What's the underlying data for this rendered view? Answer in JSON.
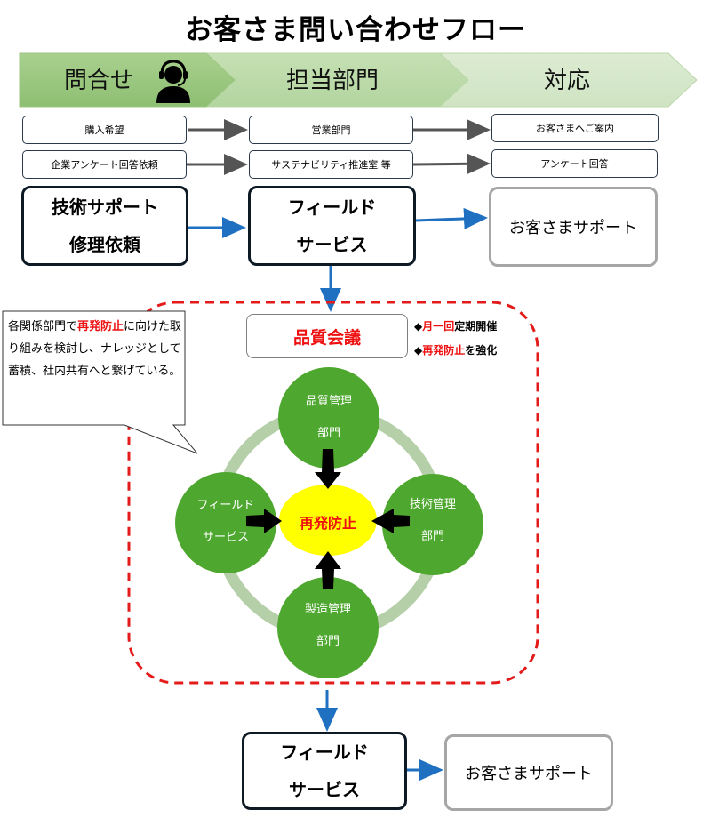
{
  "title": "お客さま問い合わせフロー",
  "stages": [
    "問合せ",
    "担当部門",
    "対応"
  ],
  "rows": [
    {
      "left": "購入希望",
      "middle": "営業部門",
      "right": "お客さまへご案内"
    },
    {
      "left": "企業アンケート回答依頼",
      "middle": "サステナビリティ推進室 等",
      "right": "アンケート回答"
    }
  ],
  "main": {
    "left_line1": "技術サポート",
    "left_line2": "修理依頼",
    "middle_line1": "フィールド",
    "middle_line2": "サービス",
    "right": "お客さまサポート"
  },
  "quality_meeting": "品質会議",
  "notes": {
    "n1_red": "月一回",
    "n1_rest": "定期開催",
    "n2_red": "再発防止",
    "n2_rest": "を強化",
    "bullet": "◆"
  },
  "callout": {
    "p1": "各関係部門で",
    "p2_red": "再発防止",
    "p3": "に向けた取り組みを検討し、ナレッジとして蓄積、社内共有へと繋げている。"
  },
  "cycle": {
    "top_line1": "品質管理",
    "top_line2": "部門",
    "right_line1": "技術管理",
    "right_line2": "部門",
    "bottom_line1": "製造管理",
    "bottom_line2": "部門",
    "left_line1": "フィールド",
    "left_line2": "サービス",
    "center": "再発防止"
  },
  "bottom": {
    "left_line1": "フィールド",
    "left_line2": "サービス",
    "right": "お客さまサポート"
  },
  "colors": {
    "green": "#4ea72e",
    "ring": "#b5cfa8",
    "center": "#ffff00",
    "red": "#ee1111",
    "arrow_blue": "#1f70c1",
    "arrow_gray": "#555555"
  }
}
